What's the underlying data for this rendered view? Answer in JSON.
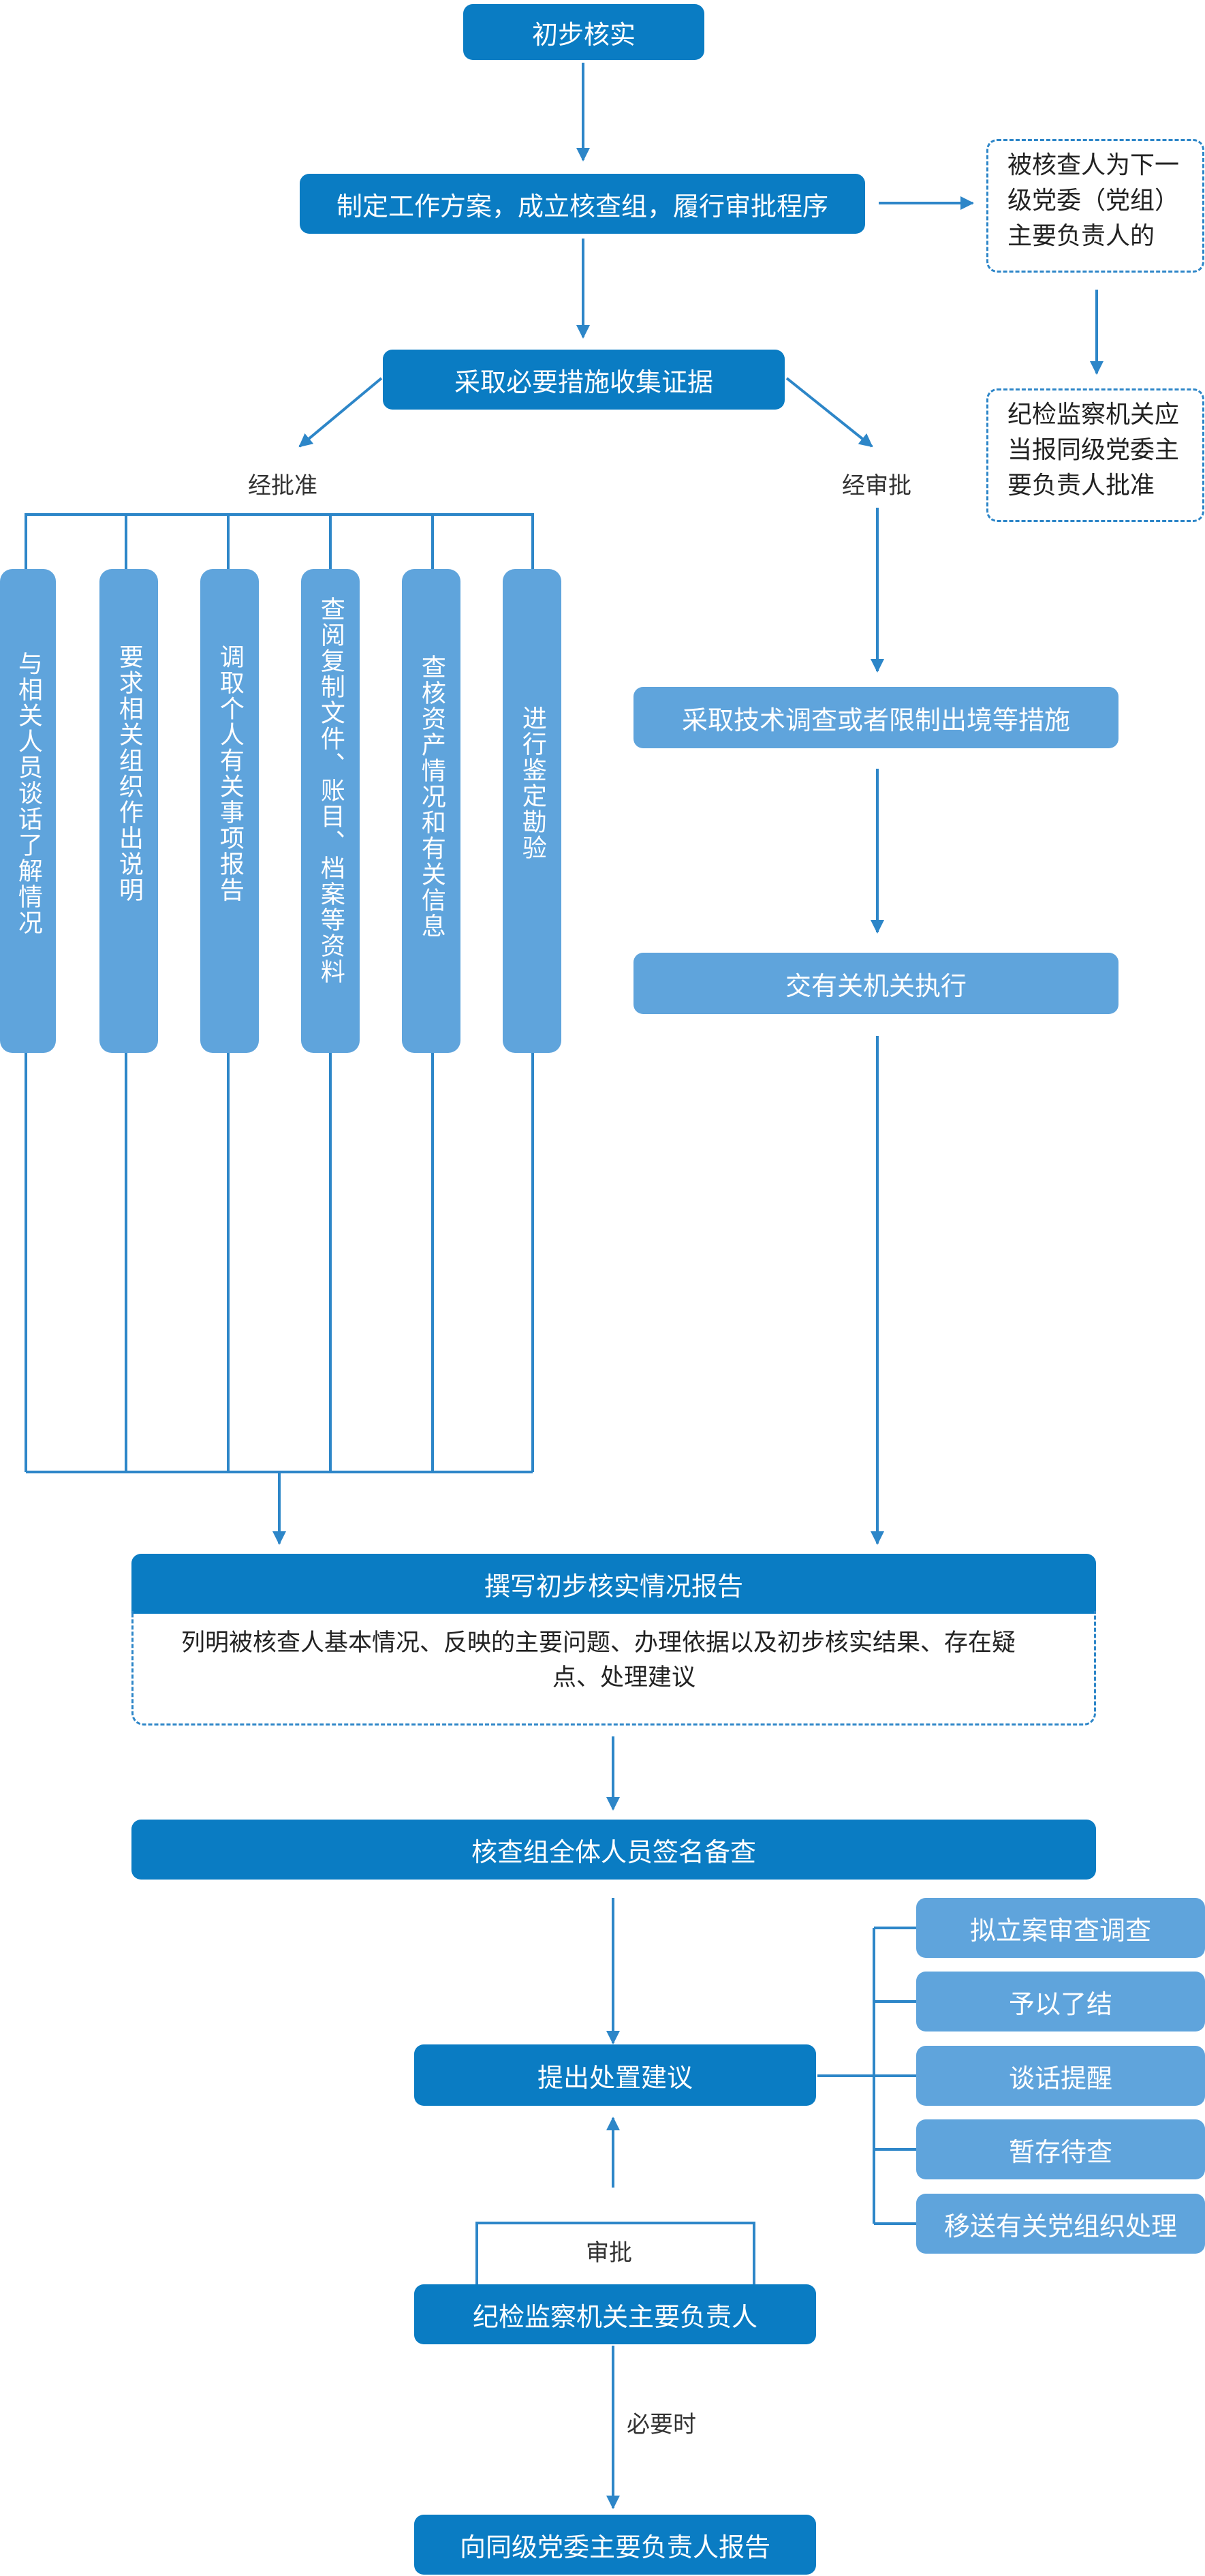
{
  "start": "初步核实",
  "step_plan": "制定工作方案，成立核查组，履行审批程序",
  "side_note_1": "被核查人为下一级党委（党组）主要负责人的",
  "side_note_1_lines": [
    "被核查人为下一",
    "级党委（党组）",
    "主要负责人的"
  ],
  "side_note_2": "纪检监察机关应当报同级党委主要负责人批准",
  "side_note_2_lines": [
    "纪检监察机关应",
    "当报同级党委主",
    "要负责人批准"
  ],
  "step_collect": "采取必要措施收集证据",
  "label_approved": "经批准",
  "label_reviewed": "经审批",
  "measures": [
    "与相关人员谈话了解情况",
    "要求相关组织作出说明",
    "调取个人有关事项报告",
    "查阅复制文件、账目、档案等资料",
    "查核资产情况和有关信息",
    "进行鉴定勘验"
  ],
  "step_tech": "采取技术调查或者限制出境等措施",
  "step_execute": "交有关机关执行",
  "step_report": "撰写初步核实情况报告",
  "report_detail": "列明被核查人基本情况、反映的主要问题、办理依据以及初步核实结果、存在疑点、处理建议",
  "report_detail_lines": [
    "列明被核查人基本情况、反映的主要问题、办理依据以及初步核实结果、存在疑",
    "点、处理建议"
  ],
  "step_sign": "核查组全体人员签名备查",
  "step_propose": "提出处置建议",
  "options": [
    "拟立案审查调查",
    "予以了结",
    "谈话提醒",
    "暂存待查",
    "移送有关党组织处理"
  ],
  "label_approval": "审批",
  "step_leader": "纪检监察机关主要负责人",
  "label_when_needed": "必要时",
  "step_final": "向同级党委主要负责人报告",
  "colors": {
    "dark_box": "#0a7cc3",
    "light_box": "#5fa4dc",
    "line": "#2d86c8"
  }
}
